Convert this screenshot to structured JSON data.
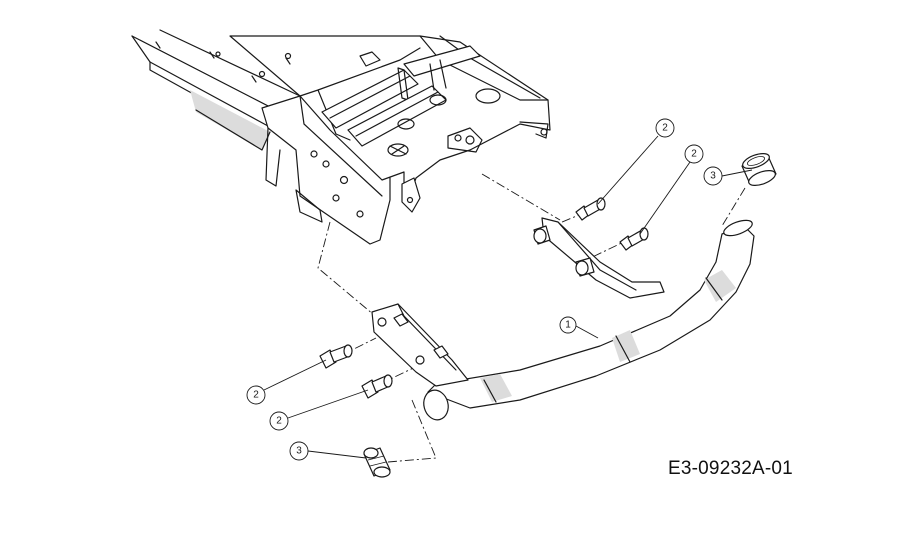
{
  "drawing_number": "E3-09232A-01",
  "callouts": {
    "bumper": "1",
    "bolt_upper_a": "2",
    "bolt_upper_b": "2",
    "bolt_lower_a": "2",
    "bolt_lower_b": "2",
    "end_cap_upper": "3",
    "end_cap_lower": "3"
  },
  "colors": {
    "line": "#1a1a1a",
    "background": "#ffffff",
    "shading": "#dcdcdc"
  }
}
